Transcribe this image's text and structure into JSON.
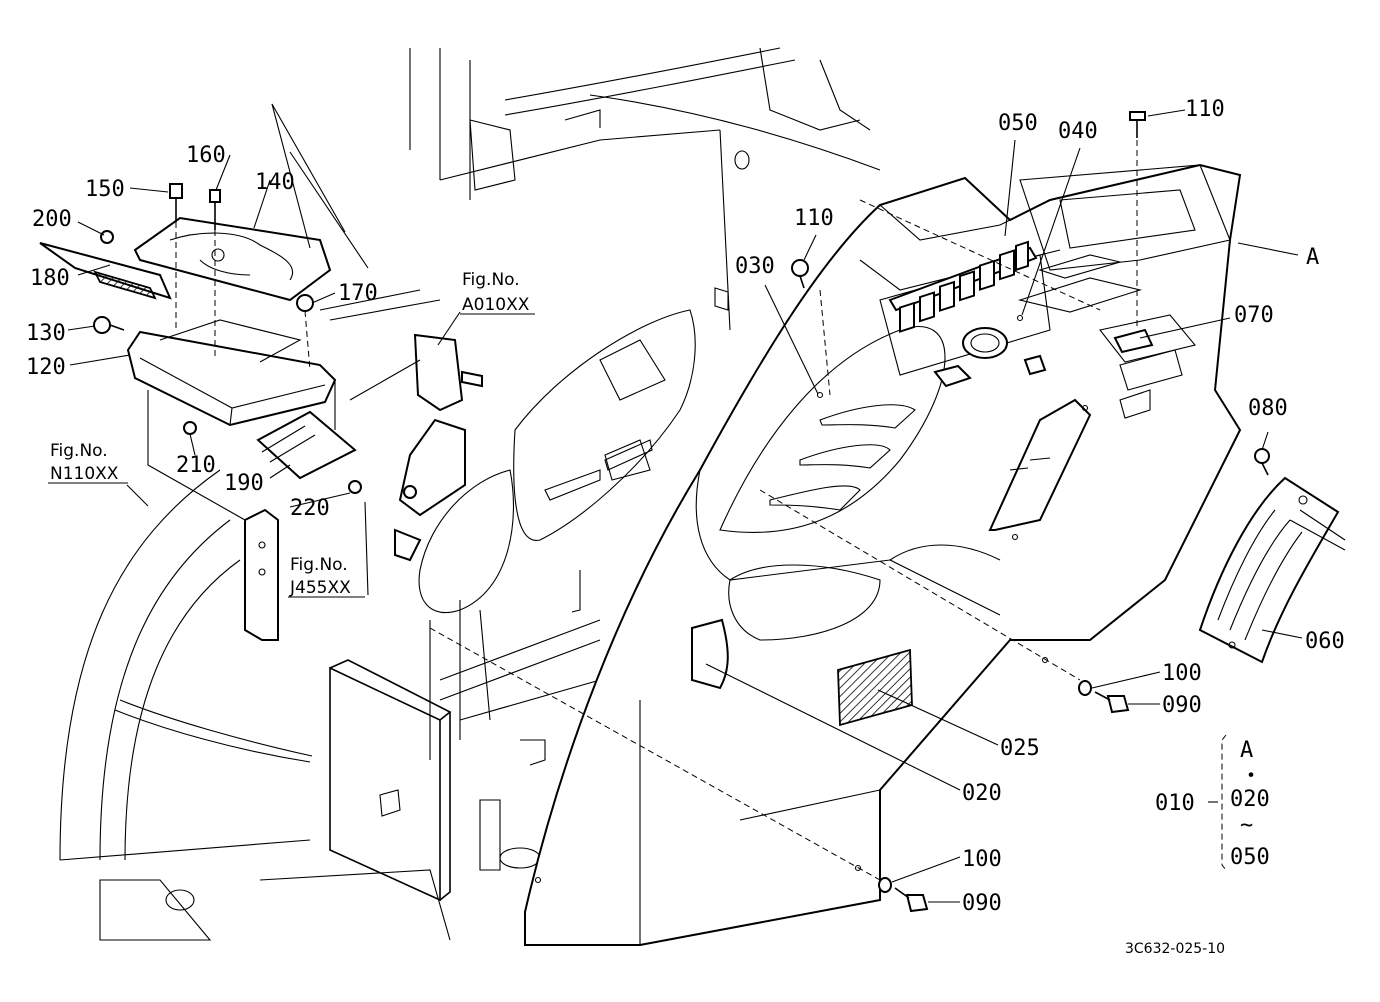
{
  "callouts": {
    "p010": "010",
    "p020a": "020",
    "p020b": "020",
    "p025": "025",
    "p030": "030",
    "p040": "040",
    "p050a": "050",
    "p050b": "050",
    "p060": "060",
    "p070": "070",
    "p080": "080",
    "p090a": "090",
    "p090b": "090",
    "p100a": "100",
    "p100b": "100",
    "p110a": "110",
    "p110b": "110",
    "p120": "120",
    "p130": "130",
    "p140": "140",
    "p150": "150",
    "p160": "160",
    "p170": "170",
    "p180": "180",
    "p190": "190",
    "p200": "200",
    "p210": "210",
    "p220": "220",
    "refA1": "A",
    "refA2": "A",
    "dot": "・",
    "tilde": "~"
  },
  "figrefs": {
    "a010_label": "Fig.No.",
    "a010_code": "A010XX",
    "n110_label": "Fig.No.",
    "n110_code": "N110XX",
    "j455_label": "Fig.No.",
    "j455_code": "J455XX"
  },
  "drawing_code": "3C632-025-10"
}
